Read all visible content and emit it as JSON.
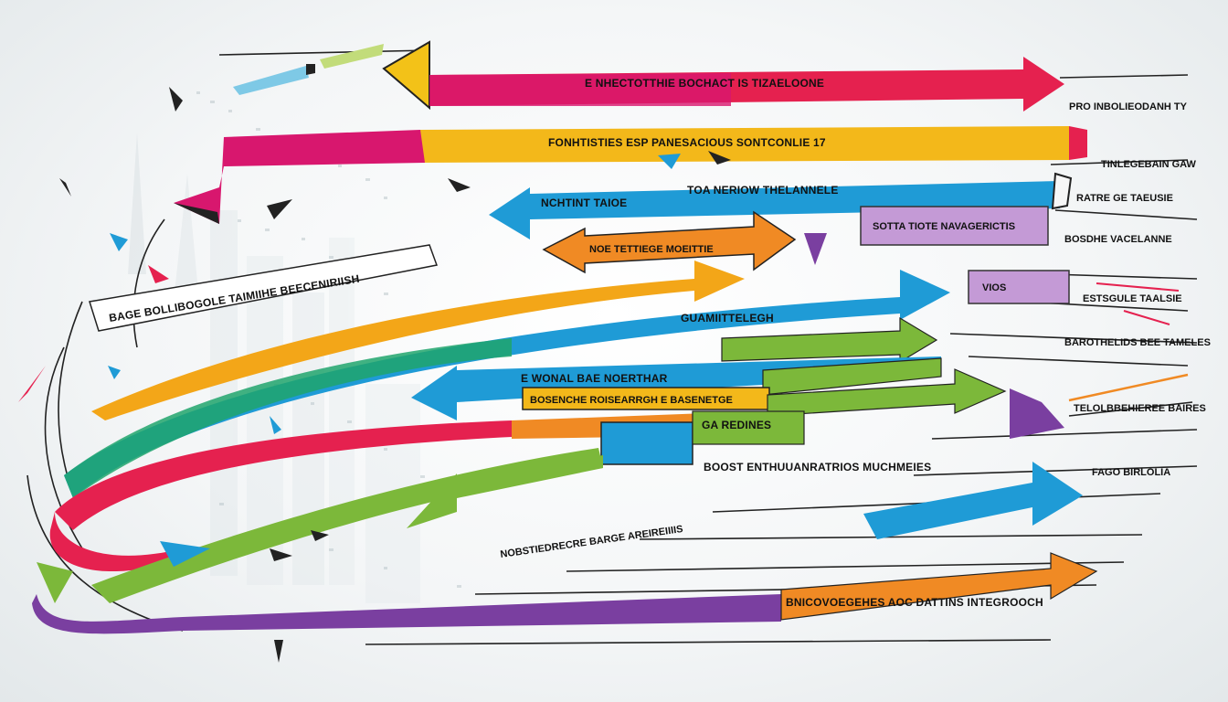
{
  "colors": {
    "red": "#e5214f",
    "magenta": "#d8176e",
    "yellow": "#f3b81a",
    "orange": "#f08a24",
    "blue": "#1f9bd6",
    "green": "#7cb83a",
    "purple": "#7a3fa0",
    "lavender": "#c49ad6"
  },
  "labels": {
    "top": "E NHECTOTTHIE BOCHACT IS TIZAELOONE",
    "row2": "FONHTISTIES ESP PANESACIOUS SONTCONLIE 17",
    "blue1_left": "NCHTINT TAIOE",
    "blue1_right": "TOA NERIOW THELANNELE",
    "purple_box": "SOTTA TIOTE NAVAGERICTIS",
    "orange_small": "NOE TETTIEGE MOEITTIE",
    "left_box": "BAGE BOLLIBOGOLE TAIMIIHE BEECENIRIISH",
    "blue2": "GUAMIITTELEGH",
    "blue3": "E WONAL BAE NOERTHAR",
    "yellow_tag": "BOSENCHE ROISEARRGH E BASENETGE",
    "blue_box": "GA REDINES",
    "mid_text": "BOOST ENTHUUANRATRIOS MUCHMEIES",
    "green_left_text": "NOBSTIEDRECRE BARGE AREIREIIIIS",
    "bottom_orange": "BNICOVOEGEHES AOC DATTINS INTEGROOCH"
  },
  "side_labels": [
    "PRO INBOLIEODANH TY",
    "TINLEGEBAIN GAW",
    "RATRE GE TAEUSIE",
    "BOSDHE VACELANNE",
    "VIOS",
    "ESTSGULE TAALSIE",
    "BAROTHELIDS BEE TAMELES",
    "TELOLBBEHIEREE BAIRES",
    "FAGO BIRLOLIA"
  ]
}
